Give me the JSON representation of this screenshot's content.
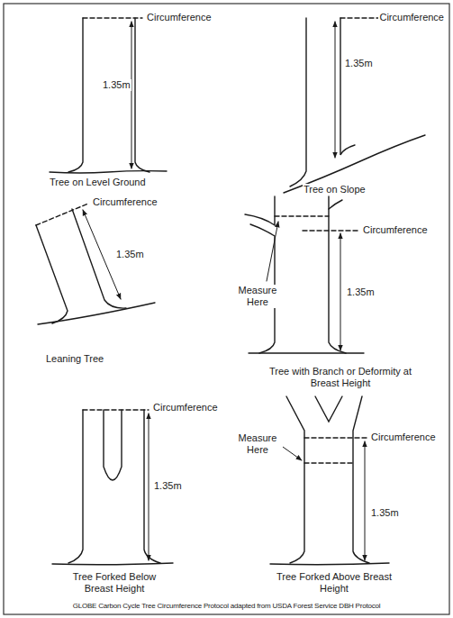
{
  "diagram": {
    "caption": "GLOBE Carbon Cycle Tree Circumference Protocol adapted from USDA Forest Service DBH Protocol",
    "labels": [
      "Circumference",
      "1.35m",
      "Tree on Level Ground",
      "Circumference",
      "1.35m",
      "Tree on Slope",
      "Circumference",
      "1.35m",
      "Leaning Tree",
      "Measure Here",
      "Circumference",
      "1.35m",
      "Tree with Branch or Deformity at Breast Height",
      "Circumference",
      "1.35m",
      "Tree Forked Below Breast Height",
      "Measure Here",
      "Circumference",
      "1.35m",
      "Tree Forked Above Breast Height"
    ]
  }
}
